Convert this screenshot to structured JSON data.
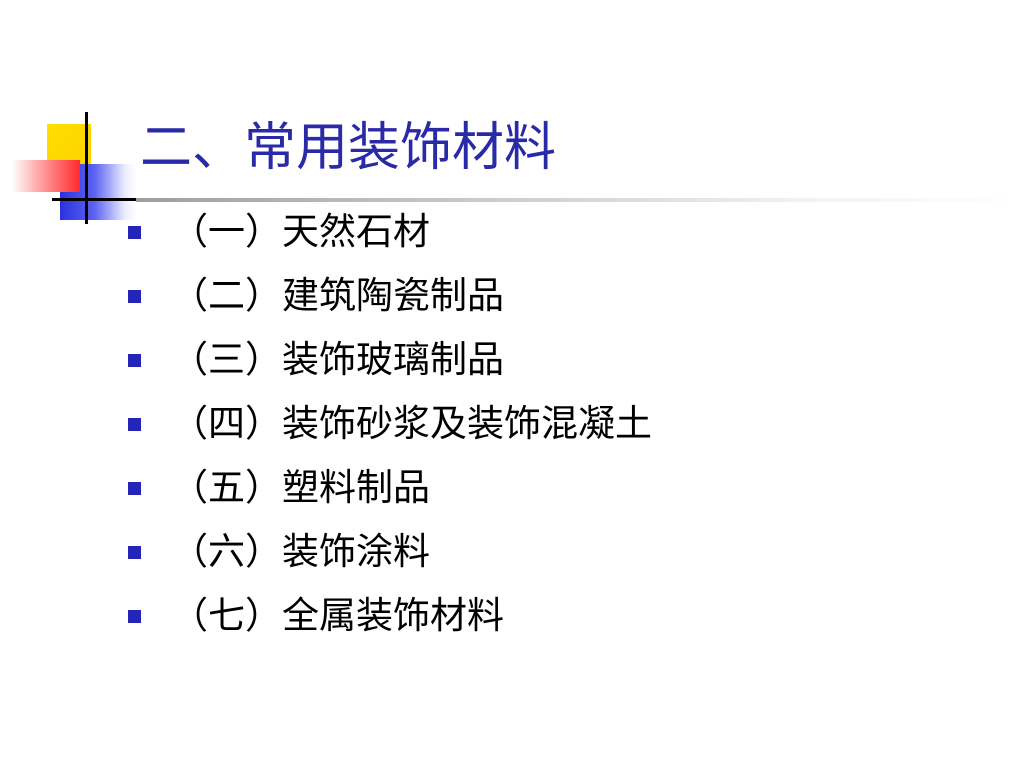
{
  "slide": {
    "title": "二、常用装饰材料",
    "items": [
      {
        "label": "（一）天然石材"
      },
      {
        "label": "（二）建筑陶瓷制品"
      },
      {
        "label": "（三）装饰玻璃制品"
      },
      {
        "label": "（四）装饰砂浆及装饰混凝土"
      },
      {
        "label": "（五）塑料制品"
      },
      {
        "label": "（六）装饰涂料"
      },
      {
        "label": "（七）全属装饰材料"
      }
    ]
  },
  "colors": {
    "title": "#2a2aa8",
    "bullet": "#2424b8",
    "logo_yellow": "#ffd000",
    "logo_red": "#ff2a2a",
    "logo_blue": "#2a32e0"
  },
  "icons": {
    "logo": "slide-logo-icon",
    "bullet": "square-bullet-icon"
  }
}
